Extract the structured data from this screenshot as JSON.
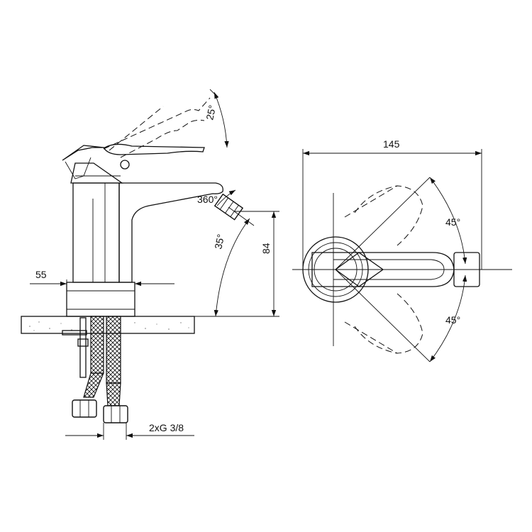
{
  "labels": {
    "tilt_angle": "25°",
    "swivel": "360°",
    "spout_angle": "35°",
    "height": "84",
    "base": "55",
    "connection": "2xG 3/8",
    "width": "145",
    "angle_upper": "45°",
    "angle_lower": "45°"
  },
  "colors": {
    "line": "#111111",
    "background": "#ffffff"
  }
}
